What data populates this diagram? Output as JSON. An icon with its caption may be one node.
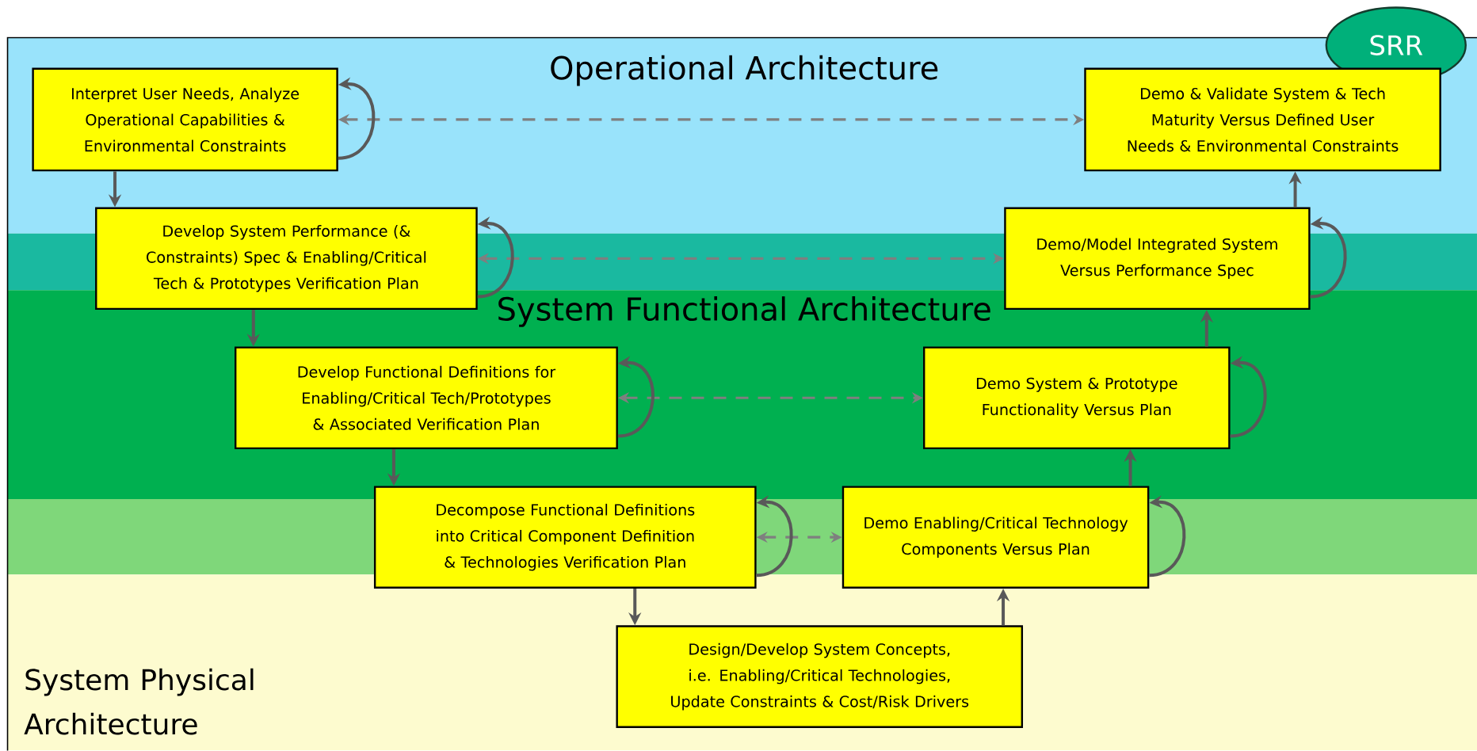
{
  "diagram": {
    "nodes": [
      {
        "text": [
          "SRR"
        ]
      },
      {
        "text": [
          "Interpret User Needs, Analyze Operational Capabilities & Environmental Constraints"
        ]
      },
      {
        "text": [
          "Develop System Performance (& Constraints) Spec & Enabling/Critical Tech & Prototypes Verification Plan"
        ]
      },
      {
        "text": [
          "Develop Functional Definitions for Enabling/Critical Tech/Prototypes & Associated Verification Plan"
        ]
      },
      {
        "text": [
          "Decompose Functional Definitions into Critical Component Definition & Technologies Verification Plan"
        ]
      },
      {
        "text": [
          "Design/Develop System Concepts, i.e. Enabling/Critical Technologies, Update Constraints & Cost/Risk Drivers"
        ]
      },
      {
        "text": [
          "Demo Enabling/Critical Technology Components Versus Plan"
        ]
      },
      {
        "text": [
          "Demo System & Prototype Functionality Versus Plan"
        ]
      },
      {
        "text": [
          "Demo/Model Integrated System Versus Performance Spec"
        ]
      },
      {
        "text": [
          "Demo & Validate System & Tech Maturity Versus Defined User Needs & Environmental Constraints"
        ]
      }
    ],
    "edges": [
      {
        "from": 1,
        "to": 2,
        "arrow": "to"
      },
      {
        "from": 2,
        "to": 3,
        "arrow": "to"
      },
      {
        "from": 3,
        "to": 4,
        "arrow": "to"
      },
      {
        "from": 4,
        "to": 5,
        "arrow": "to"
      },
      {
        "from": 5,
        "to": 6,
        "arrow": "to"
      },
      {
        "from": 6,
        "to": 7,
        "arrow": "to"
      },
      {
        "from": 7,
        "to": 8,
        "arrow": "to"
      },
      {
        "from": 8,
        "to": 9,
        "arrow": "to"
      },
      {
        "from": 1,
        "to": 9,
        "arrow": "both",
        "style": "dashed",
        "color": "#7f7f7f"
      },
      {
        "from": 2,
        "to": 8,
        "arrow": "both",
        "style": "dashed",
        "color": "#7f7f7f"
      },
      {
        "from": 3,
        "to": 7,
        "arrow": "both",
        "style": "dashed",
        "color": "#7f7f7f"
      },
      {
        "from": 4,
        "to": 6,
        "arrow": "both",
        "style": "dashed",
        "color": "#7f7f7f"
      },
      {
        "from": 1,
        "to": 1,
        "arrow": "to"
      },
      {
        "from": 2,
        "to": 2,
        "arrow": "to"
      },
      {
        "from": 3,
        "to": 3,
        "arrow": "to"
      },
      {
        "from": 4,
        "to": 4,
        "arrow": "to"
      },
      {
        "from": 6,
        "to": 6,
        "arrow": "to"
      },
      {
        "from": 7,
        "to": 7,
        "arrow": "to"
      },
      {
        "from": 8,
        "to": 8,
        "arrow": "to"
      }
    ],
    "labels": [
      "Operational Architecture",
      "System Functional Architecture",
      "System Physical Architecture"
    ]
  }
}
